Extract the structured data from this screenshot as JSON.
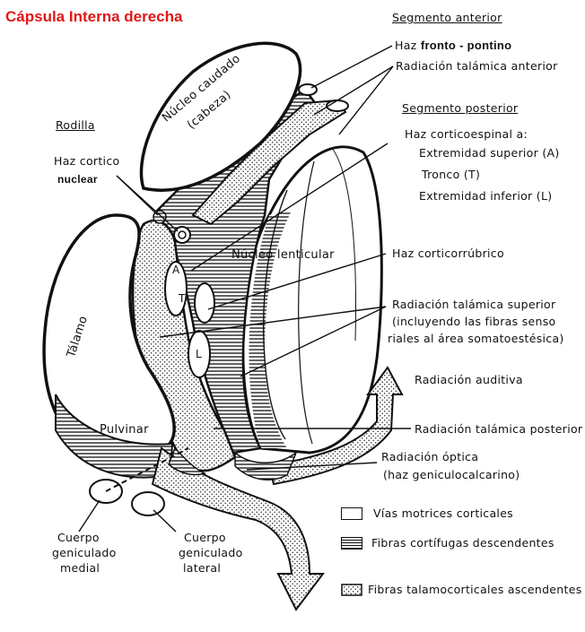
{
  "title": "Cápsula Interna derecha",
  "labels": {
    "segmento_anterior": "Segmento anterior",
    "haz_fronto_pontino": "fronto - pontino",
    "haz_prefix": "Haz",
    "radiacion_talamica_anterior": "Radiación talámica anterior",
    "segmento_posterior": "Segmento posterior",
    "haz_corticoespinal": "Haz corticoespinal a:",
    "extremidad_superior": "Extremidad superior (A)",
    "tronco": "Tronco (T)",
    "extremidad_inferior": "Extremidad inferior (L)",
    "rodilla": "Rodilla",
    "haz_cortico": "Haz cortico",
    "nuclear": "nuclear",
    "nucleo_caudado": "Núcleo caudado",
    "cabeza": "(cabeza)",
    "nucleo_lenticular": "Núcleo lenticular",
    "haz_corticorrubrico": "Haz corticorrúbrico",
    "radiacion_talamica_superior_1": "Radiación talámica superior",
    "radiacion_talamica_superior_2": "(incluyendo las fibras senso",
    "radiacion_talamica_superior_3": "riales al área somatoestésica)",
    "radiacion_auditiva": "Radiación auditiva",
    "radiacion_talamica_posterior": "Radiación talámica posterior",
    "radiacion_optica_1": "Radiación óptica",
    "radiacion_optica_2": "(haz geniculocalcarino)",
    "talamo": "Tálamo",
    "pulvinar": "Pulvinar",
    "cuerpo_geniculado_medial_1": "Cuerpo",
    "cuerpo_geniculado_medial_2": "geniculado",
    "cuerpo_geniculado_medial_3": "medial",
    "cuerpo_geniculado_lateral_1": "Cuerpo",
    "cuerpo_geniculado_lateral_2": "geniculado",
    "cuerpo_geniculado_lateral_3": "lateral",
    "mark_a": "A",
    "mark_t": "T",
    "mark_l": "L"
  },
  "legend": [
    {
      "pattern": "blank",
      "label": "Vías motrices corticales"
    },
    {
      "pattern": "lines",
      "label": "Fibras cortífugas descendentes"
    },
    {
      "pattern": "dots",
      "label": "Fibras talamocorticales ascendentes"
    }
  ],
  "colors": {
    "title": "#e01818",
    "ink": "#111111"
  }
}
